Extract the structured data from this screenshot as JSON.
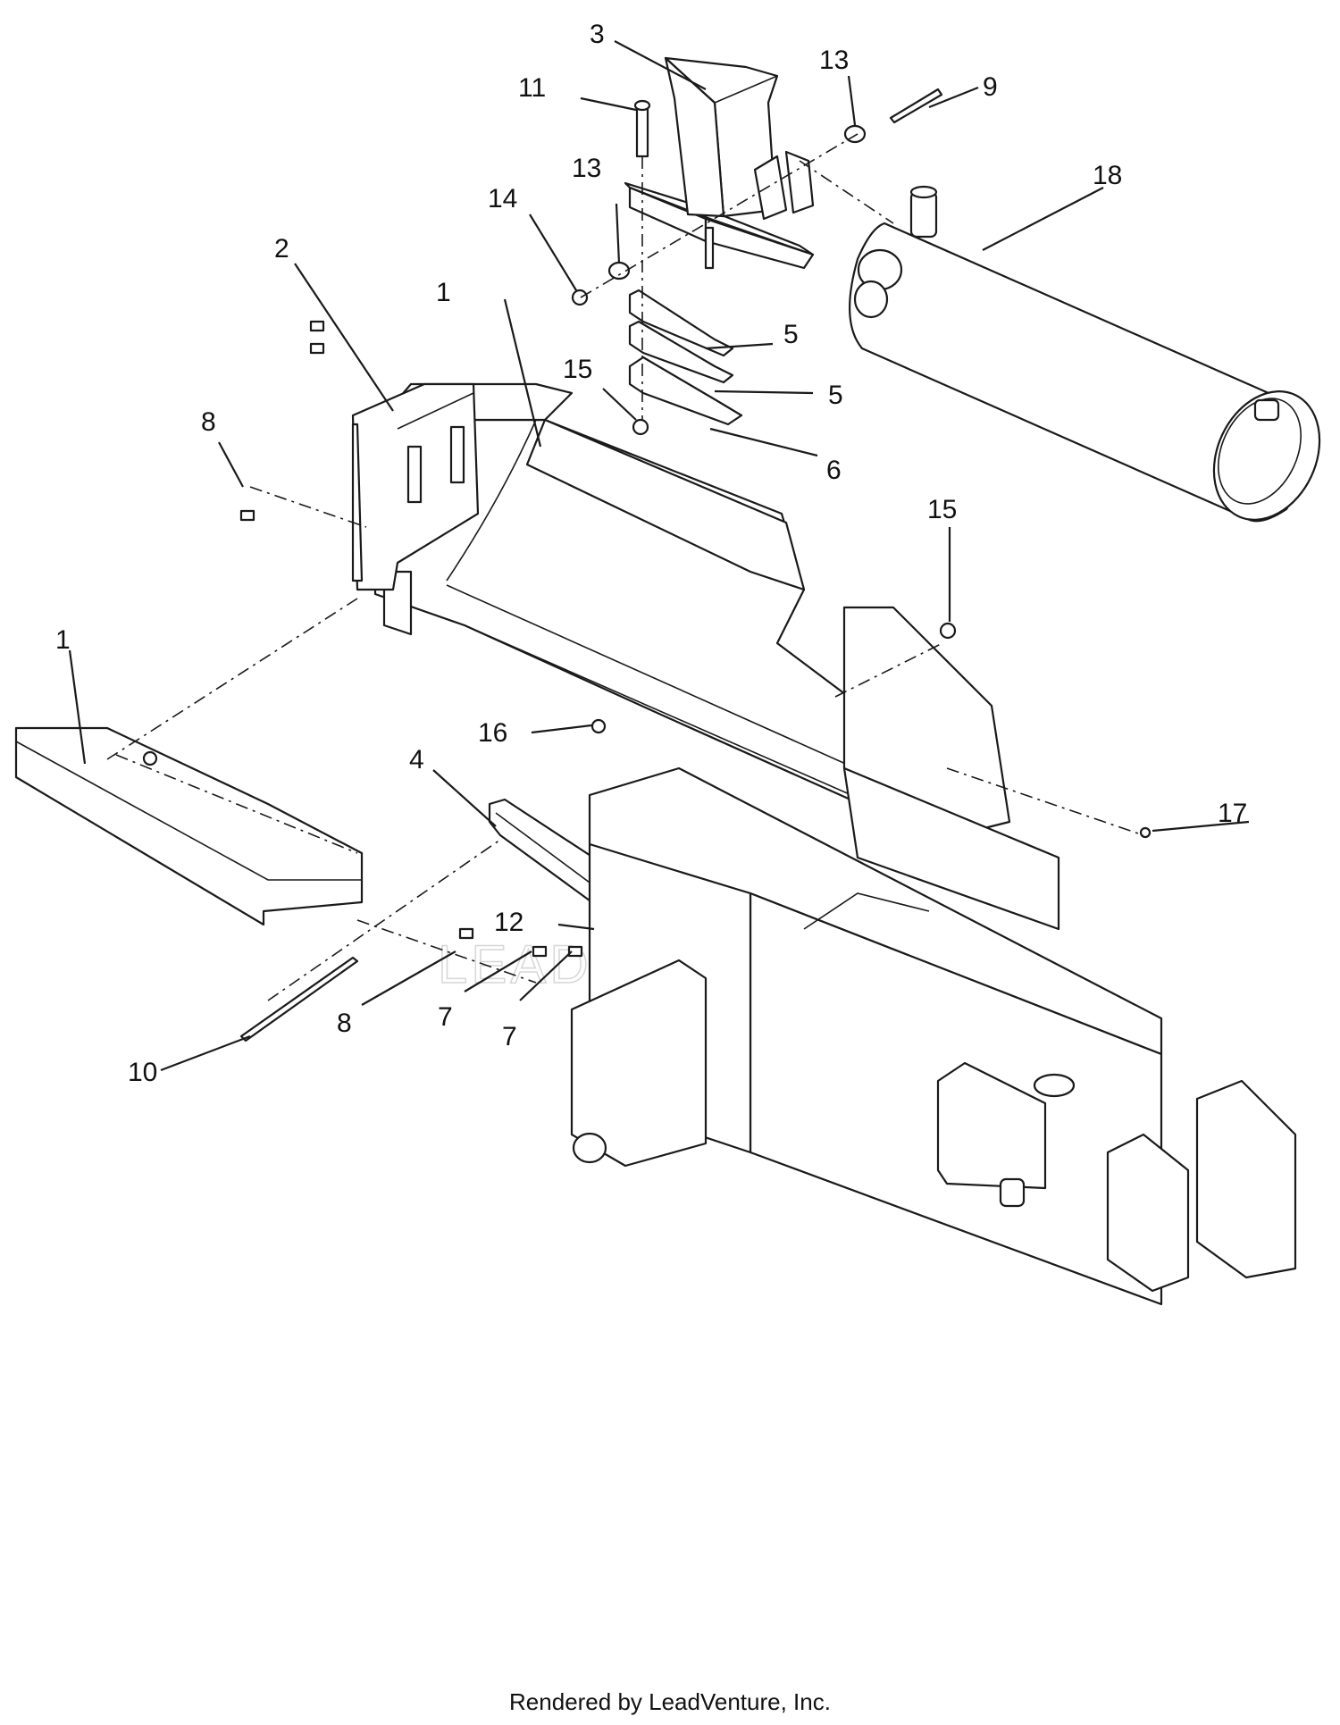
{
  "callouts": [
    "1",
    "1",
    "2",
    "3",
    "4",
    "5",
    "5",
    "6",
    "7",
    "7",
    "8",
    "8",
    "9",
    "10",
    "11",
    "12",
    "13",
    "13",
    "14",
    "15",
    "15",
    "16",
    "17",
    "18"
  ],
  "watermark": "LEADVENTURE",
  "footer": "Rendered by LeadVenture, Inc."
}
